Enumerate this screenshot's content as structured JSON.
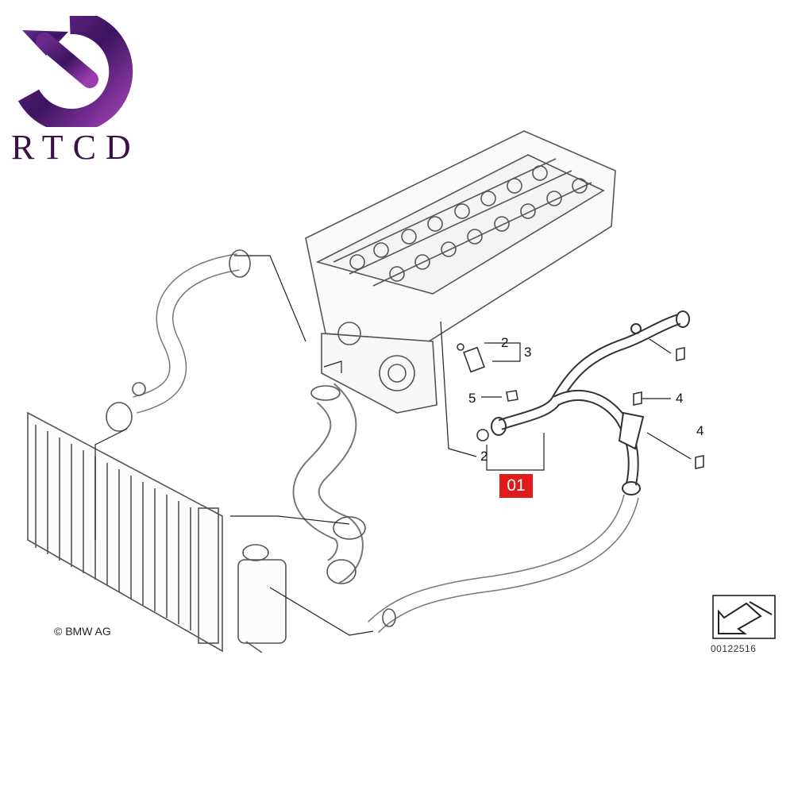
{
  "brand": {
    "name": "RTCD",
    "logo_icon": "circular-arrow-icon",
    "colors": {
      "logo_purple": "#4a1a6b",
      "logo_magenta": "#9b3fb0"
    }
  },
  "diagram": {
    "copyright": "© BMW AG",
    "reference_code": "00122516",
    "highlighted_part": {
      "label": "01",
      "color": "#e01b1b"
    },
    "callouts": [
      {
        "id": "callout-3",
        "label": "3"
      },
      {
        "id": "callout-2-top",
        "label": "2"
      },
      {
        "id": "callout-5",
        "label": "5"
      },
      {
        "id": "callout-4-upper",
        "label": "4"
      },
      {
        "id": "callout-4-lower",
        "label": "4"
      },
      {
        "id": "callout-2-bottom",
        "label": "2"
      }
    ],
    "nav_icon": "arrow-down-left-icon"
  }
}
